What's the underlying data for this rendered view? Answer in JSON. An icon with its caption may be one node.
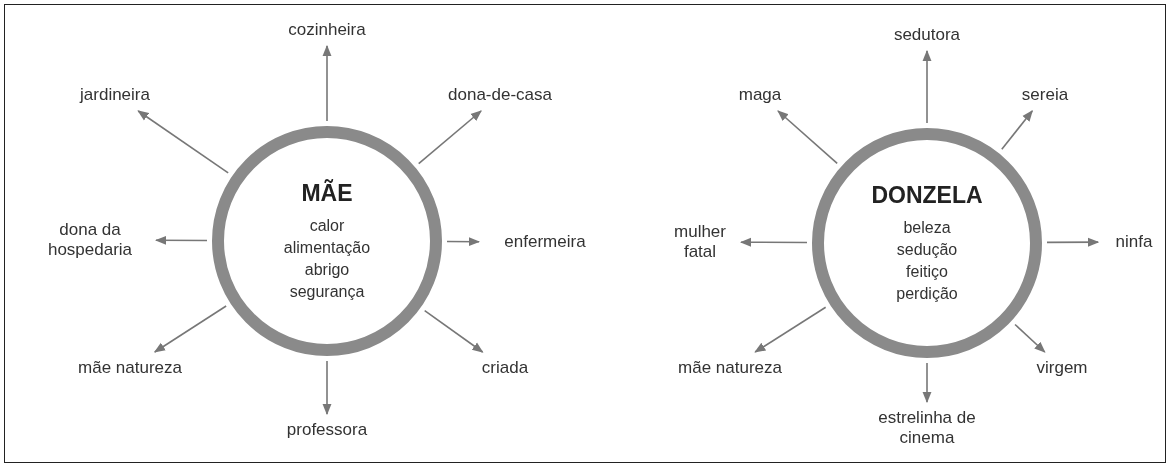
{
  "diagram": {
    "nodes": [
      {
        "text": [
          "MÃE",
          "calor alimentação abrigo segurança"
        ]
      },
      {
        "text": [
          "cozinheira"
        ]
      },
      {
        "text": [
          "dona-de-casa"
        ]
      },
      {
        "text": [
          "enfermeira"
        ]
      },
      {
        "text": [
          "criada"
        ]
      },
      {
        "text": [
          "professora"
        ]
      },
      {
        "text": [
          "mãe natureza"
        ]
      },
      {
        "text": [
          "dona da hospedaria"
        ]
      },
      {
        "text": [
          "jardineira"
        ]
      },
      {
        "text": [
          "DONZELA",
          "beleza sedução feitiço perdição"
        ]
      },
      {
        "text": [
          "sedutora"
        ]
      },
      {
        "text": [
          "sereia"
        ]
      },
      {
        "text": [
          "ninfa"
        ]
      },
      {
        "text": [
          "virgem"
        ]
      },
      {
        "text": [
          "estrelinha de cinema"
        ]
      },
      {
        "text": [
          "mãe natureza"
        ]
      },
      {
        "text": [
          "mulher fatal"
        ]
      },
      {
        "text": [
          "maga"
        ]
      }
    ],
    "edges": [
      {
        "from": 0,
        "to": 1,
        "arrow": "to"
      },
      {
        "from": 0,
        "to": 2,
        "arrow": "to"
      },
      {
        "from": 0,
        "to": 3,
        "arrow": "to"
      },
      {
        "from": 0,
        "to": 4,
        "arrow": "to"
      },
      {
        "from": 0,
        "to": 5,
        "arrow": "to"
      },
      {
        "from": 0,
        "to": 6,
        "arrow": "to"
      },
      {
        "from": 0,
        "to": 7,
        "arrow": "to"
      },
      {
        "from": 0,
        "to": 8,
        "arrow": "to"
      },
      {
        "from": 9,
        "to": 10,
        "arrow": "to"
      },
      {
        "from": 9,
        "to": 11,
        "arrow": "to"
      },
      {
        "from": 9,
        "to": 12,
        "arrow": "to"
      },
      {
        "from": 9,
        "to": 13,
        "arrow": "to"
      },
      {
        "from": 9,
        "to": 14,
        "arrow": "to"
      },
      {
        "from": 9,
        "to": 15,
        "arrow": "to"
      },
      {
        "from": 9,
        "to": 16,
        "arrow": "to"
      },
      {
        "from": 9,
        "to": 17,
        "arrow": "to"
      }
    ]
  }
}
